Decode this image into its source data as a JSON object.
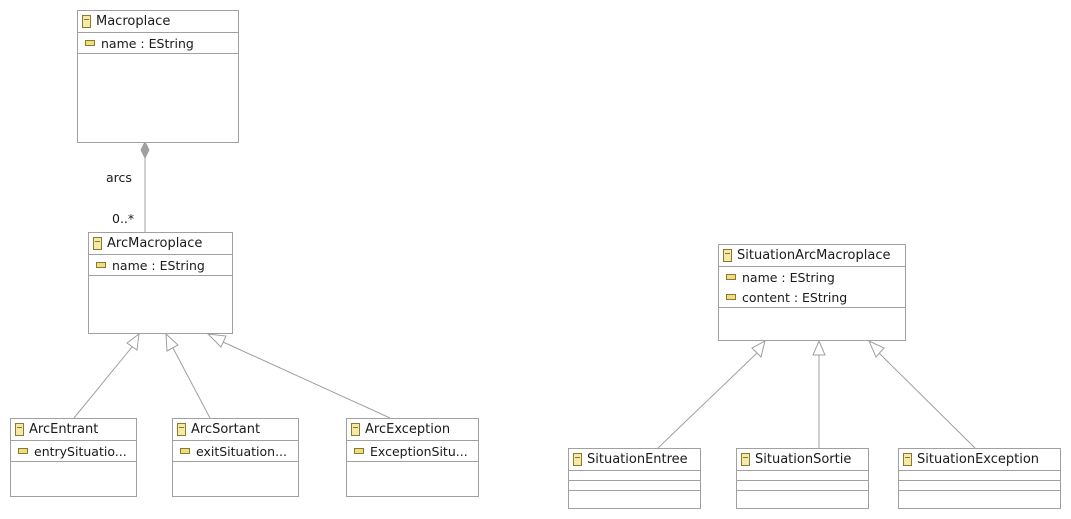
{
  "classes": {
    "macroplace": {
      "name": "Macroplace",
      "attributes": [
        "name : EString"
      ]
    },
    "arc_macroplace": {
      "name": "ArcMacroplace",
      "attributes": [
        "name : EString"
      ]
    },
    "arc_entrant": {
      "name": "ArcEntrant",
      "attributes": [
        "entrySituatio..."
      ]
    },
    "arc_sortant": {
      "name": "ArcSortant",
      "attributes": [
        "exitSituation..."
      ]
    },
    "arc_exception": {
      "name": "ArcException",
      "attributes": [
        "ExceptionSitu..."
      ]
    },
    "situation_arc_macroplace": {
      "name": "SituationArcMacroplace",
      "attributes": [
        "name : EString",
        "content : EString"
      ]
    },
    "situation_entree": {
      "name": "SituationEntree",
      "attributes": []
    },
    "situation_sortie": {
      "name": "SituationSortie",
      "attributes": []
    },
    "situation_exception": {
      "name": "SituationException",
      "attributes": []
    }
  },
  "association": {
    "role": "arcs",
    "multiplicity": "0..*"
  },
  "colors": {
    "border": "#a0a0a0",
    "class_icon": "#f4e9a8",
    "attr_icon": "#f1dc84",
    "edge": "#a0a0a0"
  }
}
